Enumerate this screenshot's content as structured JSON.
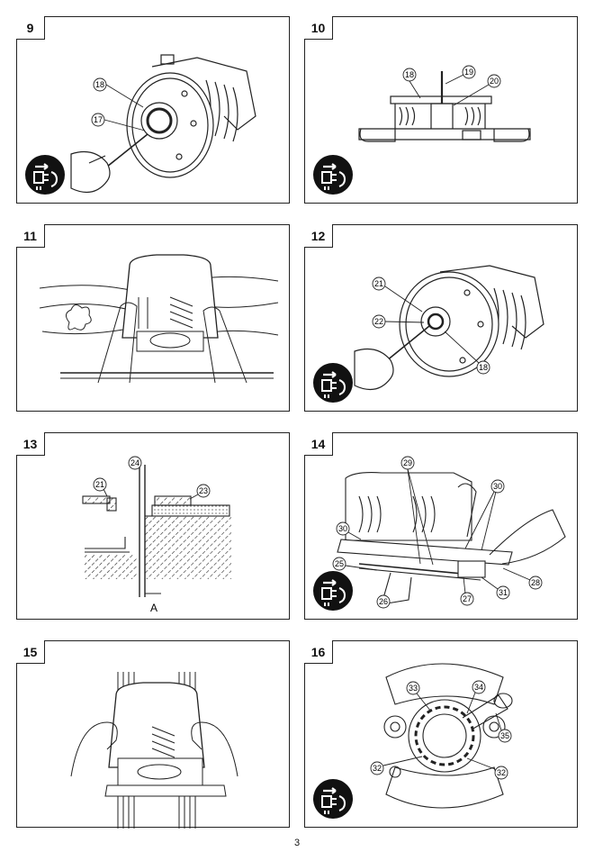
{
  "page_number": "3",
  "figures": [
    {
      "number": "9",
      "callouts": [
        "18",
        "17"
      ],
      "unplug_icon": true
    },
    {
      "number": "10",
      "callouts": [
        "18",
        "19",
        "20"
      ],
      "unplug_icon": true
    },
    {
      "number": "11",
      "callouts": [],
      "unplug_icon": false
    },
    {
      "number": "12",
      "callouts": [
        "21",
        "22",
        "18"
      ],
      "unplug_icon": true
    },
    {
      "number": "13",
      "callouts": [
        "24",
        "21",
        "23"
      ],
      "labels": [
        "A"
      ],
      "unplug_icon": false
    },
    {
      "number": "14",
      "callouts": [
        "29",
        "30",
        "30",
        "25",
        "28",
        "31",
        "27",
        "26"
      ],
      "unplug_icon": true
    },
    {
      "number": "15",
      "callouts": [],
      "unplug_icon": false
    },
    {
      "number": "16",
      "callouts": [
        "33",
        "34",
        "35",
        "32",
        "32"
      ],
      "unplug_icon": true
    }
  ]
}
